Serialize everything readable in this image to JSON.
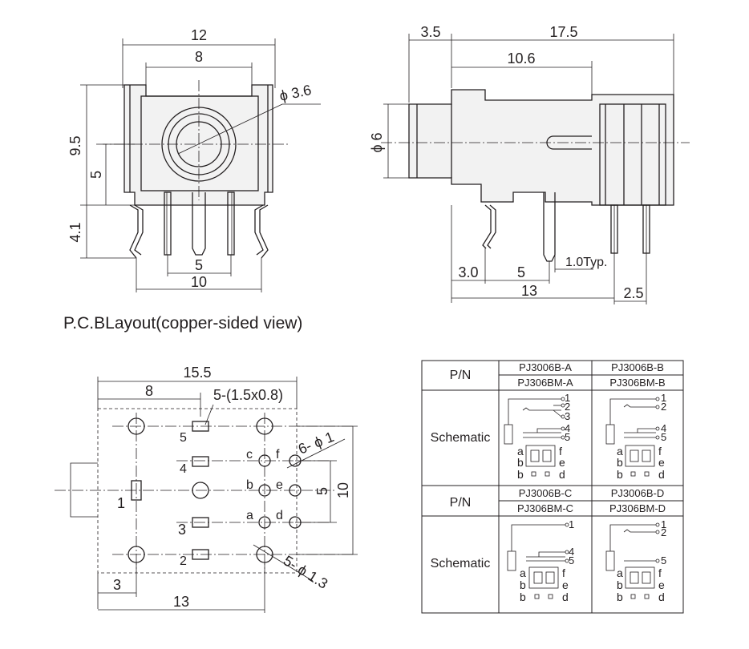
{
  "front": {
    "d_width": "12",
    "d_inner": "8",
    "d_dia": "ϕ 3.6",
    "d_height": "9.5",
    "d_mid": "5",
    "d_pin_len": "4.1",
    "d_pin_sp": "5",
    "d_pin_total": "10"
  },
  "side": {
    "d_front": "3.5",
    "d_total": "17.5",
    "d_body": "10.6",
    "d_dia": "ϕ 6",
    "d_pin1": "3.0",
    "d_pin2": "5",
    "d_typ": "1.0Typ.",
    "d_pin3": "13",
    "d_end": "2.5"
  },
  "layout": {
    "heading": "P.C.BLayout(copper-sided view)",
    "d_width": "15.5",
    "d_left": "8",
    "d_slot": "5-(1.5x0.8)",
    "d_hole_small": "6- ϕ 1",
    "d_hole_large": "5- ϕ 1.3",
    "d_right_a": "5",
    "d_right_b": "10",
    "d_bottom_a": "3",
    "d_bottom_b": "13",
    "labels": {
      "p1": "1",
      "p2": "2",
      "p3": "3",
      "p4": "4",
      "p5": "5",
      "a": "a",
      "b": "b",
      "c": "c",
      "d": "d",
      "e": "e",
      "f": "f"
    }
  },
  "table": {
    "pn_label": "P/N",
    "schematic_label": "Schematic",
    "row1": {
      "left_top": "PJ3006B-A",
      "left_bottom": "PJ306BM-A",
      "right_top": "PJ3006B-B",
      "right_bottom": "PJ306BM-B"
    },
    "row2": {
      "left_top": "PJ3006B-C",
      "left_bottom": "PJ306BM-C",
      "right_top": "PJ3006B-D",
      "right_bottom": "PJ306BM-D"
    },
    "pins": {
      "p1": "1",
      "p2": "2",
      "p3": "3",
      "p4": "4",
      "p5": "5",
      "a": "a",
      "b": "b",
      "d": "d",
      "e": "e",
      "f": "f"
    }
  }
}
